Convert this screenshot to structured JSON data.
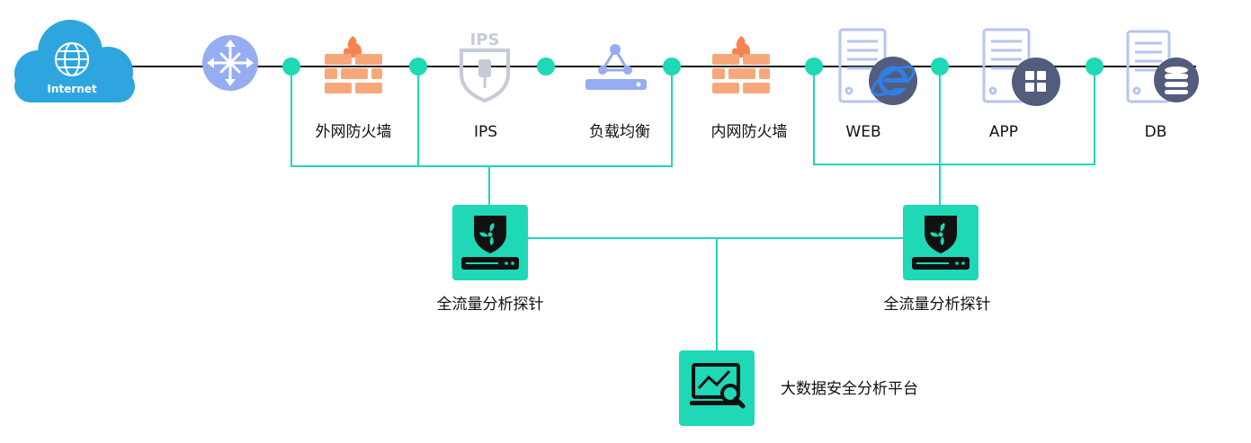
{
  "nodes": {
    "internet": "Internet",
    "ips_badge": "IPS",
    "ext_firewall": "外网防火墙",
    "ips": "IPS",
    "load_balancer": "负载均衡",
    "int_firewall": "内网防火墙",
    "web": "WEB",
    "app": "APP",
    "db": "DB",
    "probe_left": "全流量分析探针",
    "probe_right": "全流量分析探针",
    "platform": "大数据安全分析平台"
  },
  "colors": {
    "cloud": "#2fa5e0",
    "firewall": "#f7a87a",
    "firewall_flame": "#f3834f",
    "node_dot": "#1ed8b6",
    "tap_line": "#1ed8b6",
    "backbone": "#111111",
    "device_gray": "#c6cbd6",
    "device_blue": "#96acf3",
    "server_outline": "#b7c5ef",
    "server_badge": "#525c7c",
    "probe_box": "#1ed8b6"
  },
  "icons": [
    "cloud-icon",
    "globe-icon",
    "router-icon",
    "firewall-icon",
    "ips-shield-icon",
    "load-balancer-icon",
    "server-icon",
    "ie-icon",
    "windows-icon",
    "database-icon",
    "probe-icon",
    "analytics-monitor-icon"
  ]
}
